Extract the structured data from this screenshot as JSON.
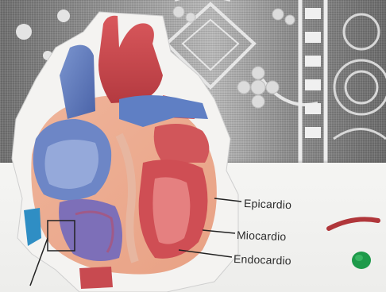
{
  "labels": {
    "epicardio": "Epicardio",
    "miocardio": "Miocardio",
    "endocardio": "Endocardio"
  },
  "legend": {
    "red_line_color": "#b0363a",
    "green_dot_color": "#1e9a4a"
  },
  "colors": {
    "heart_red": "#c8454b",
    "heart_blue": "#5a78b8",
    "myocardium": "#e9a98b",
    "paper": "#f2f2f0"
  }
}
